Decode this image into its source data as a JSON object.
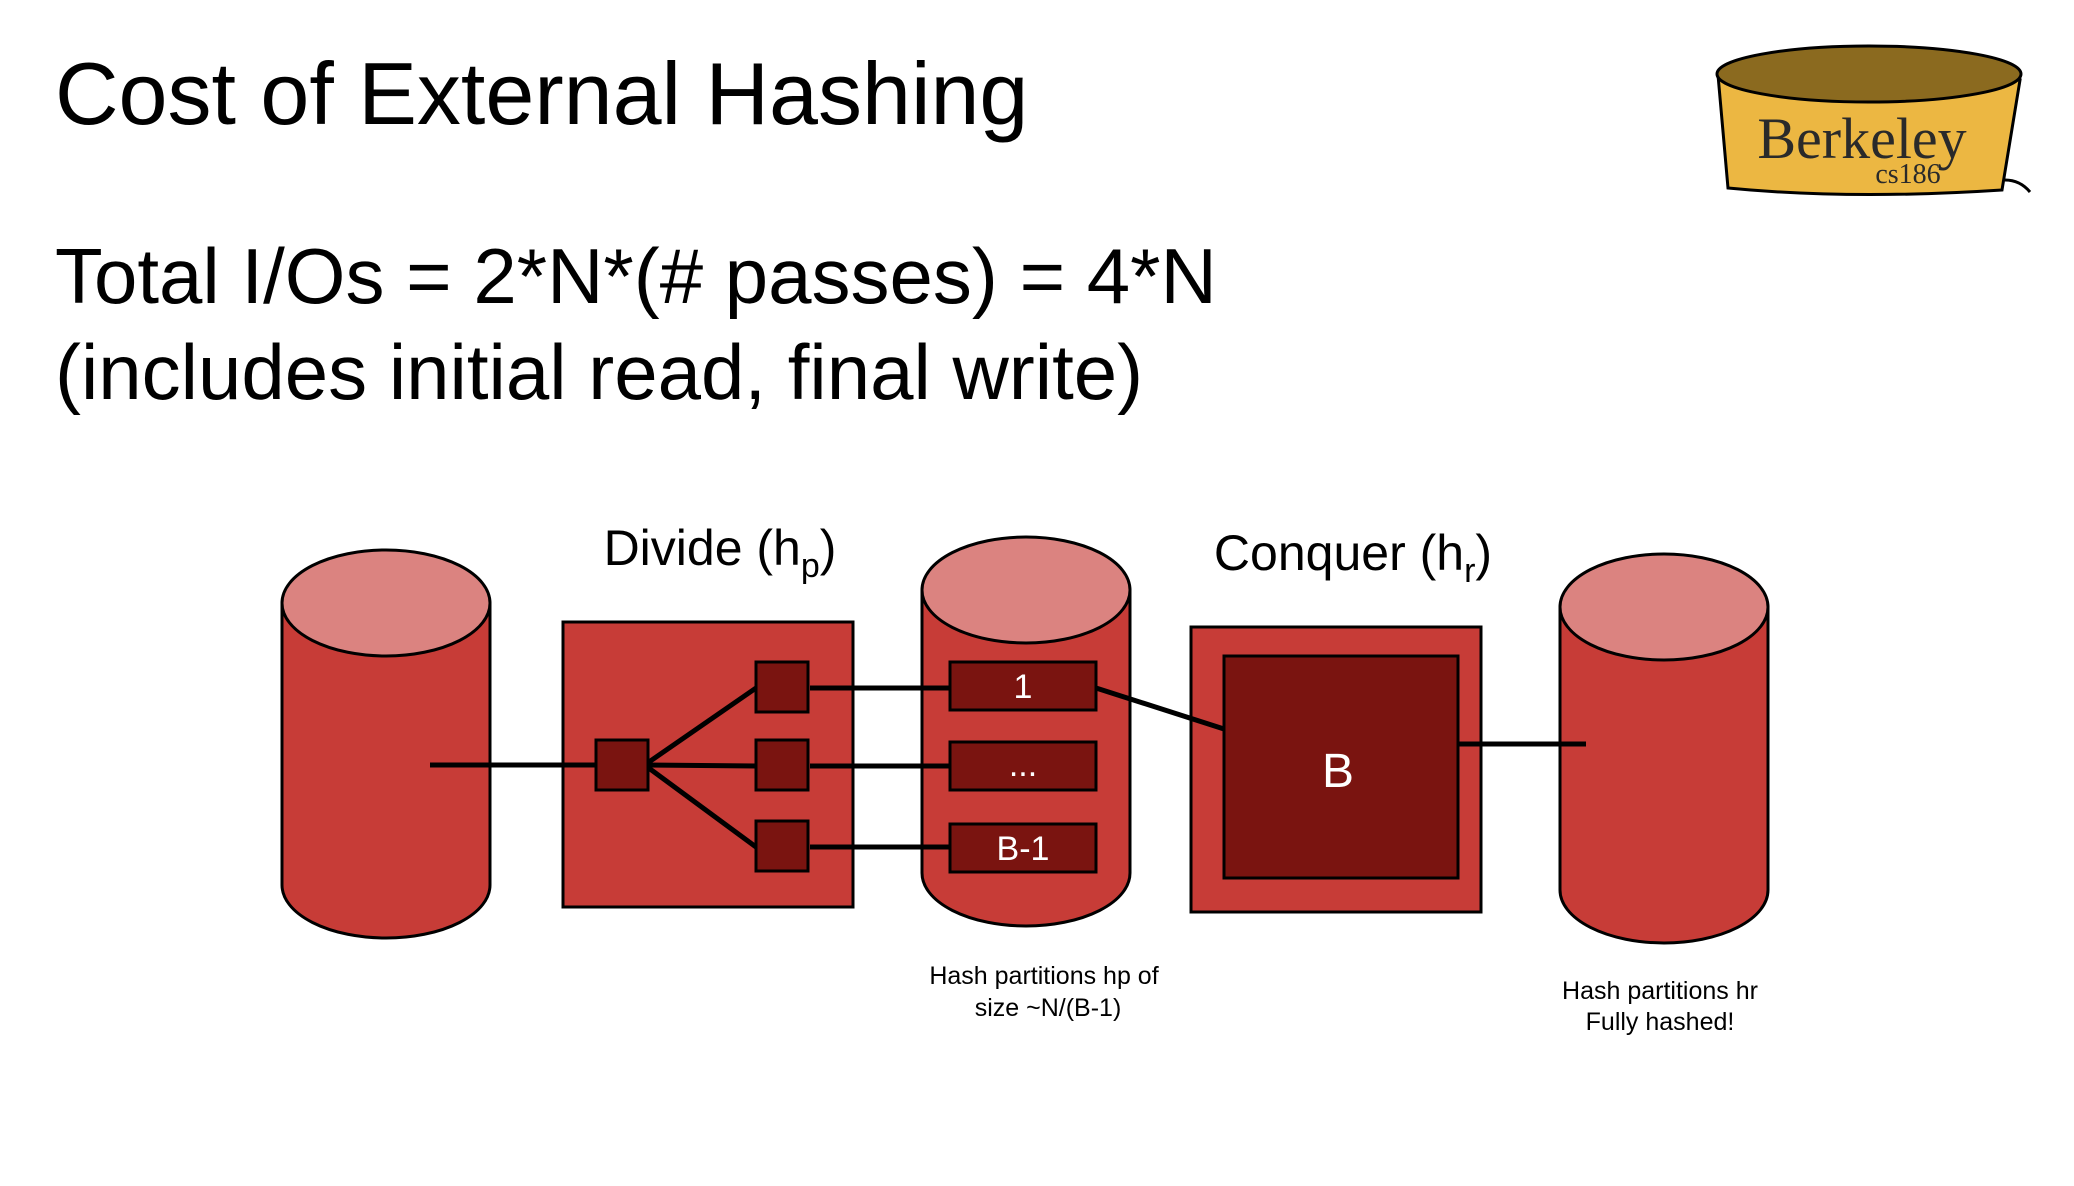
{
  "slide": {
    "title": "Cost of External Hashing",
    "lines": [
      "Total I/Os = 2*N*(# passes) = 4*N",
      "(includes initial read, final write)"
    ]
  },
  "logo": {
    "name": "Berkeley",
    "course": "cs186",
    "colors": {
      "fill": "#ecb742",
      "top": "#8b6a1f"
    }
  },
  "diagram": {
    "divide": {
      "label": "Divide (h",
      "sub": "p",
      "close": ")"
    },
    "conquer": {
      "label": "Conquer (h",
      "sub": "r",
      "close": ")"
    },
    "partitions": [
      "1",
      "...",
      "B-1"
    ],
    "buffer_label": "B",
    "caption_partitions": [
      "Hash partitions hp of",
      "size ~N/(B-1)"
    ],
    "caption_output": [
      "Hash partitions hr",
      "Fully hashed!"
    ],
    "colors": {
      "disk": "#c73c37",
      "disk_top": "#db8380",
      "dark": "#7a1410",
      "line": "#000000"
    }
  }
}
